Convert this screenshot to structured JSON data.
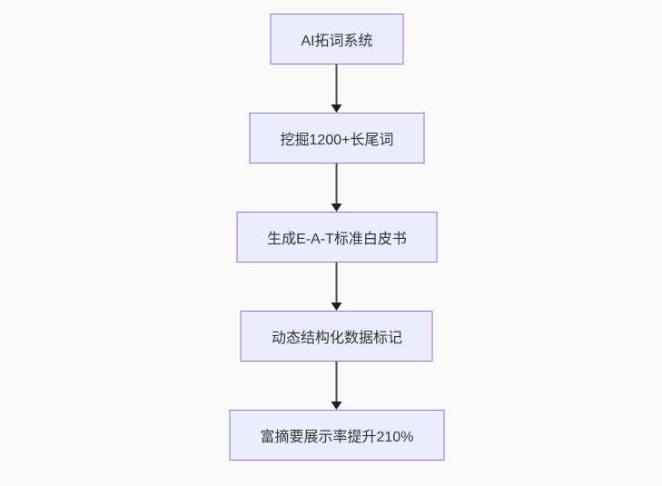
{
  "diagram": {
    "type": "flowchart",
    "direction": "top-down",
    "nodes": [
      {
        "label": "AI拓词系统"
      },
      {
        "label": "挖掘1200+长尾词"
      },
      {
        "label": "生成E-A-T标准白皮书"
      },
      {
        "label": "动态结构化数据标记"
      },
      {
        "label": "富摘要展示率提升210%"
      }
    ],
    "edges": [
      {
        "from": 0,
        "to": 1
      },
      {
        "from": 1,
        "to": 2
      },
      {
        "from": 2,
        "to": 3
      },
      {
        "from": 3,
        "to": 4
      }
    ],
    "colors": {
      "background": "#FAFAFA",
      "node_fill": "#ECECFF",
      "node_border": "#9370DB",
      "edge_line": "#4B4B4B",
      "arrowhead": "#1F1F1F",
      "text": "#333333"
    }
  }
}
